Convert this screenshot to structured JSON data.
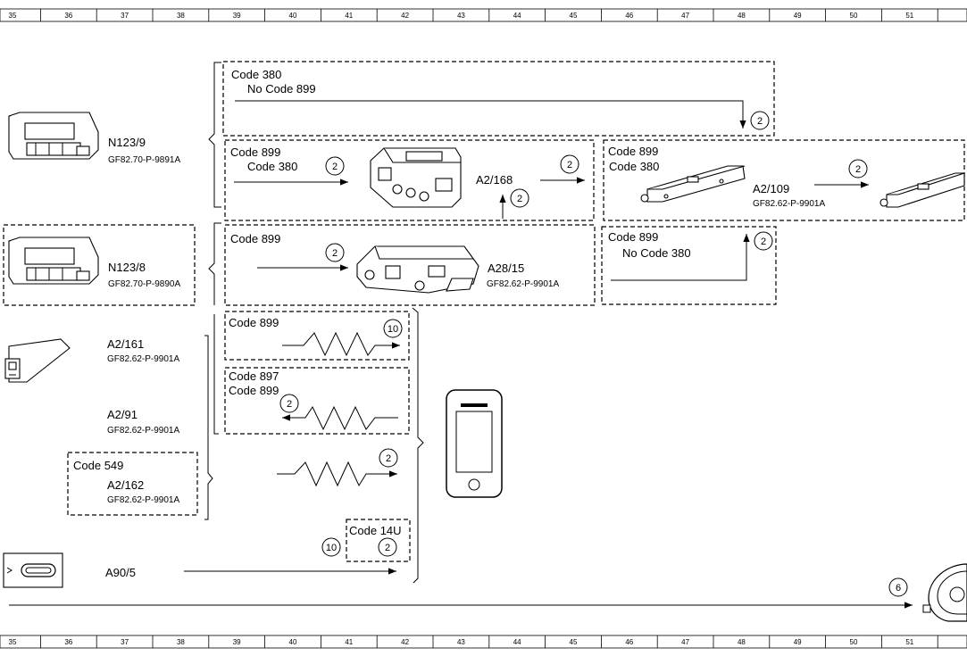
{
  "grid": {
    "top_numbers": [
      "35",
      "36",
      "37",
      "38",
      "39",
      "40",
      "41",
      "42",
      "43",
      "44",
      "45",
      "46",
      "47",
      "48",
      "49",
      "50",
      "51"
    ],
    "bottom_numbers": [
      "35",
      "36",
      "37",
      "38",
      "39",
      "40",
      "41",
      "42",
      "43",
      "44",
      "45",
      "46",
      "47",
      "48",
      "49",
      "50",
      "51"
    ]
  },
  "components": {
    "n123_9": {
      "name": "N123/9",
      "ref": "GF82.70-P-9891A"
    },
    "n123_8": {
      "name": "N123/8",
      "ref": "GF82.70-P-9890A"
    },
    "a2_161": {
      "name": "A2/161",
      "ref": "GF82.62-P-9901A"
    },
    "a2_91": {
      "name": "A2/91",
      "ref": "GF82.62-P-9901A"
    },
    "a2_162": {
      "name": "A2/162",
      "ref": "GF82.62-P-9901A"
    },
    "a90_5": {
      "name": "A90/5"
    },
    "a2_168": {
      "name": "A2/168"
    },
    "a2_109": {
      "name": "A2/109",
      "ref": "GF82.62-P-9901A"
    },
    "a28_15": {
      "name": "A28/15",
      "ref": "GF82.62-P-9901A"
    }
  },
  "codes": {
    "box1_line1": "Code 380",
    "box1_line2": "No  Code 899",
    "box2_line1": "Code 899",
    "box2_line2": "Code 380",
    "box3_line1": "Code 899",
    "box3_line2": "Code 380",
    "box4_line1": "Code 899",
    "box5_line1": "Code 899",
    "box5_line2": "No Code 380",
    "box6_line1": "Code 899",
    "box7_line1": "Code 897",
    "box7_line2": "Code 899",
    "box8_line1": "Code 549",
    "box9_line1": "Code 14U"
  },
  "circles": {
    "c_box1": "2",
    "c_box2_a": "2",
    "c_box2_b": "2",
    "c_a2_168": "2",
    "c_box3": "2",
    "c_box4": "2",
    "c_box5": "2",
    "c_wireless1": "10",
    "c_wireless2": "2",
    "c_wireless3": "2",
    "c_14u_left": "10",
    "c_14u_right": "2",
    "c_bottom": "6"
  }
}
